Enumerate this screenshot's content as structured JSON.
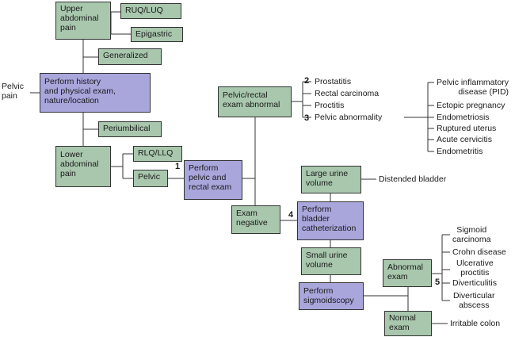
{
  "start": "Pelvic\npain",
  "upper_pain": "Upper\nabdominal\npain",
  "ruq_luq": "RUQ/LUQ",
  "epigastric": "Epigastric",
  "generalized": "Generalized",
  "history_exam": "Perform history\nand physical exam,\nnature/location",
  "periumbilical": "Periumbilical",
  "lower_pain": "Lower\nabdominal\npain",
  "rlq_llq": "RLQ/LLQ",
  "pelvic": "Pelvic",
  "num1": "1",
  "pelvic_rectal_exam": "Perform\npelvic and\nrectal exam",
  "abnormal_exam1": "Pelvic/rectal\nexam abnormal",
  "num2": "2",
  "num3": "3",
  "prostatitis": "Prostatitis",
  "rectal_carcinoma": "Rectal carcinoma",
  "proctitis": "Proctitis",
  "pelvic_abnormality": "Pelvic abnormality",
  "pid": "Pelvic inflammatory\ndisease (PID)",
  "ectopic": "Ectopic pregnancy",
  "endometriosis": "Endometriosis",
  "ruptured_uterus": "Ruptured uterus",
  "cervicitis": "Acute cervicitis",
  "endometritis": "Endometritis",
  "large_urine": "Large urine\nvolume",
  "distended_bladder": "Distended bladder",
  "exam_negative": "Exam\nnegative",
  "num4": "4",
  "catheterization": "Perform\nbladder\ncatheterization",
  "small_urine": "Small urine\nvolume",
  "sigmoidoscopy": "Perform\nsigmoidscopy",
  "abnormal_exam2": "Abnormal\nexam",
  "num5": "5",
  "sigmoid_carcinoma": "Sigmoid\ncarcinoma",
  "crohn": "Crohn disease",
  "ulcerative": "Ulcerative\nproctitis",
  "diverticulitis": "Diverticulitis",
  "diverticular_abscess": "Diverticular\nabscess",
  "normal_exam": "Normal\nexam",
  "irritable_colon": "Irritable colon"
}
